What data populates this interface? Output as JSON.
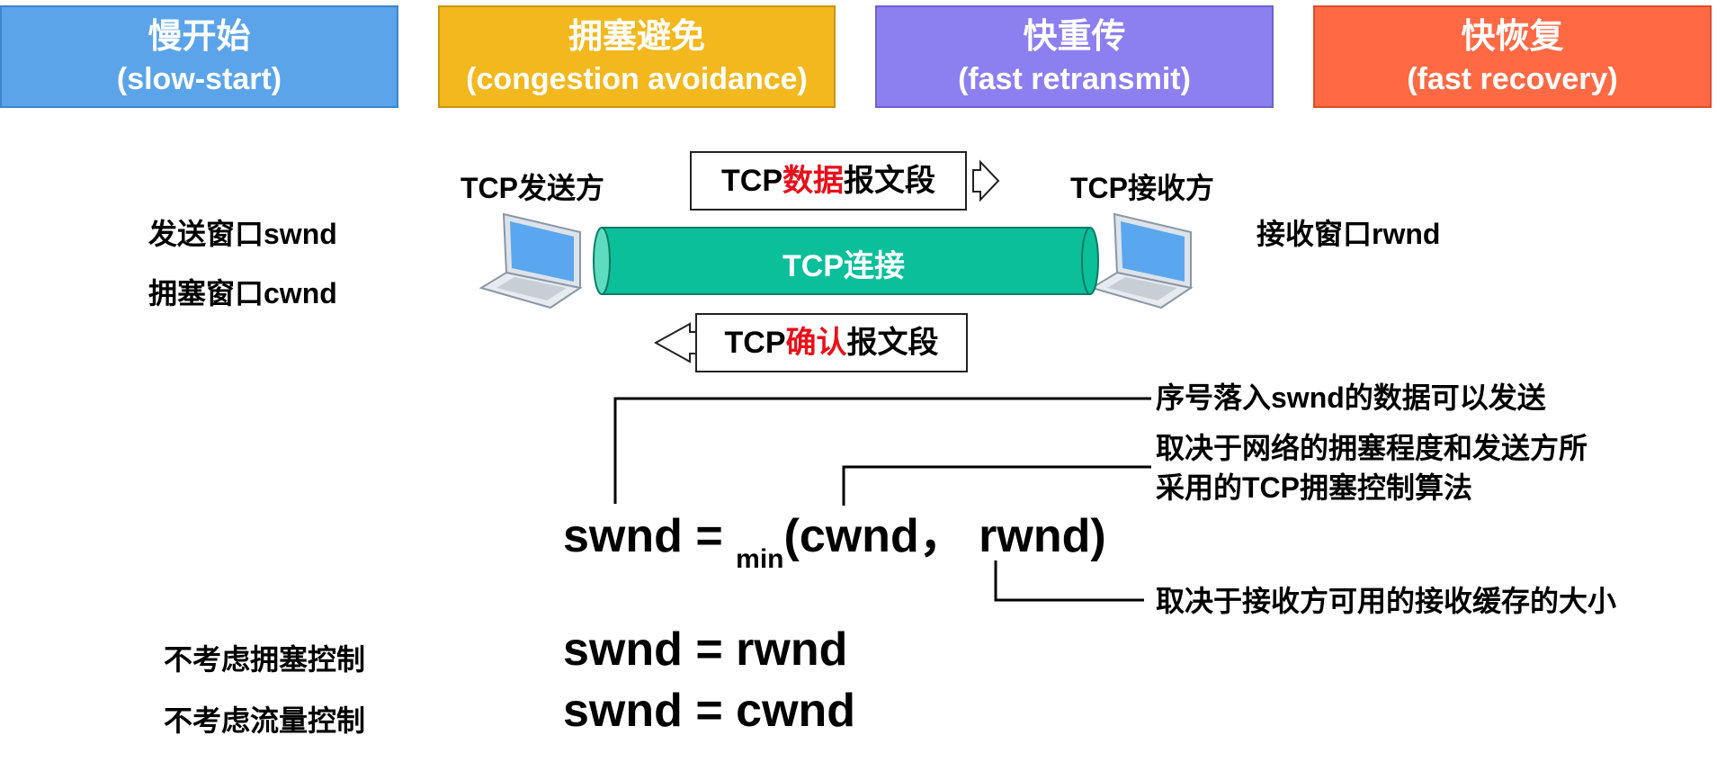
{
  "phases": [
    {
      "cn": "慢开始",
      "en": "(slow-start)",
      "color": "#5ba4ea"
    },
    {
      "cn": "拥塞避免",
      "en": "(congestion avoidance)",
      "color": "#f2b81e"
    },
    {
      "cn": "快重传",
      "en": "(fast retransmit)",
      "color": "#8c7ff0"
    },
    {
      "cn": "快恢复",
      "en": "(fast recovery)",
      "color": "#ff6a45"
    }
  ],
  "sender": {
    "label": "TCP发送方",
    "swnd": "发送窗口swnd",
    "cwnd": "拥塞窗口cwnd"
  },
  "receiver": {
    "label": "TCP接收方",
    "rwnd": "接收窗口rwnd"
  },
  "connection": {
    "label": "TCP连接",
    "color": "#0abf9a"
  },
  "data_segment": {
    "prefix": "TCP",
    "highlight": "数据",
    "suffix": "报文段"
  },
  "ack_segment": {
    "prefix": "TCP",
    "highlight": "确认",
    "suffix": "报文段"
  },
  "notes": {
    "send_range": "序号落入swnd的数据可以发送",
    "cwnd_line1": "取决于网络的拥塞程度和发送方所",
    "cwnd_line2": "采用的TCP拥塞控制算法",
    "rwnd": "取决于接收方可用的接收缓存的大小"
  },
  "formula": {
    "lhs": "swnd = ",
    "fn": "min",
    "args": "(cwnd，  rwnd)"
  },
  "cases": [
    {
      "label": "不考虑拥塞控制",
      "formula": "swnd = rwnd"
    },
    {
      "label": "不考虑流量控制",
      "formula": "swnd = cwnd"
    }
  ]
}
